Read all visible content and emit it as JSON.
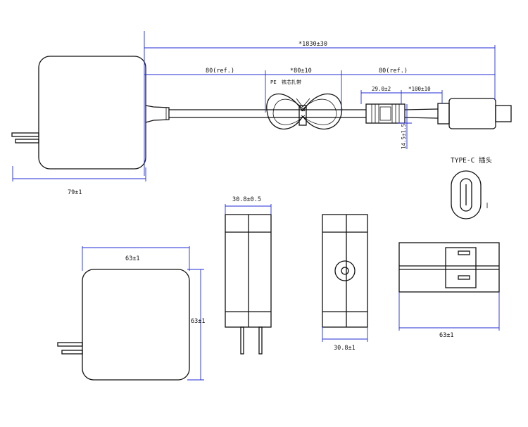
{
  "dimensions": {
    "total_length": "*1830±30",
    "left_ref": "80(ref.)",
    "right_ref": "80(ref.)",
    "tie_length": "*80±10",
    "ferrite_length": "29.0±2",
    "ferrite_to_plug": "*100±10",
    "ferrite_diameter": "14.5±1.5",
    "adapter_width_top": "79±1",
    "front_width": "63±1",
    "front_height": "63±1",
    "side_depth": "30.8±0.5",
    "back_depth": "30.8±1",
    "plug_view_width": "63±1"
  },
  "labels": {
    "tie_label_prefix": "PE",
    "tie_label_cn": "铁芯扎带",
    "connector_title": "TYPE-C 插头"
  }
}
